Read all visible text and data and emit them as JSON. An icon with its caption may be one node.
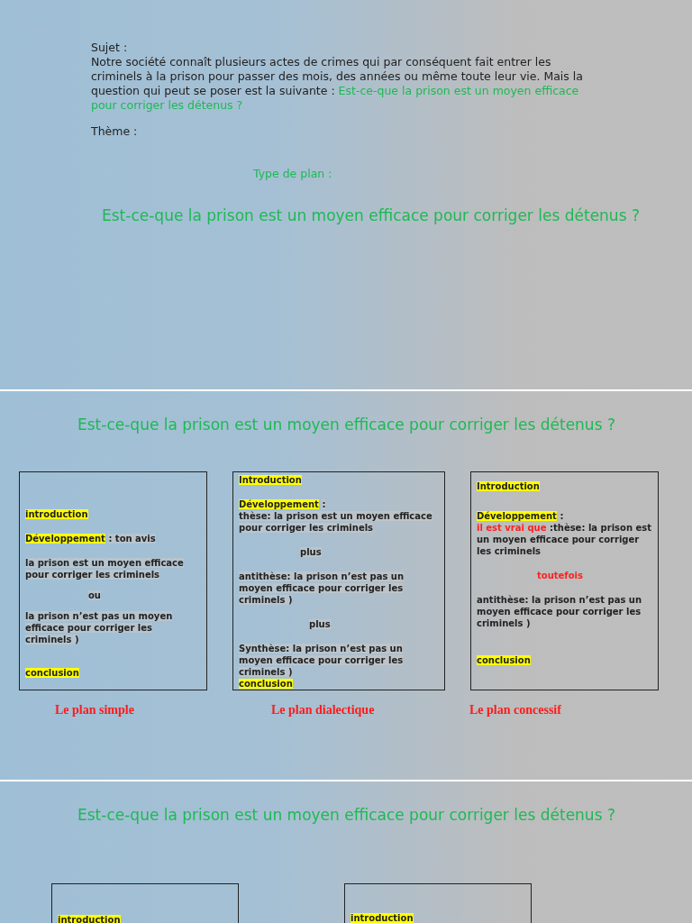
{
  "diagram": {
    "nodes": [
      {
        "text": [
          "introduction",
          "Développement",
          ": ton avis",
          "la prison est un moyen efficace pour corriger les criminels",
          "ou",
          "la prison n’est pas un moyen efficace pour corriger les criminels )",
          "conclusion"
        ],
        "beside": [
          "Le plan simple"
        ]
      },
      {
        "text": [
          "Introduction",
          "Développement",
          ":",
          "thèse: la prison est un moyen efficace pour corriger les criminels",
          "plus",
          "antithèse: la prison n’est pas un moyen efficace pour corriger les criminels )",
          "plus",
          "Synthèse: la prison n’est pas un moyen efficace pour corriger les criminels )",
          "conclusion"
        ],
        "beside": [
          "Le plan dialectique"
        ]
      },
      {
        "text": [
          "Introduction",
          "Développement",
          ":",
          "il est vrai que",
          ":thèse: la prison est un moyen efficace pour corriger les criminels",
          "toutefois",
          "antithèse: la prison n’est pas un moyen efficace pour corriger les criminels )",
          "conclusion"
        ],
        "beside": [
          "Le plan concessif"
        ]
      },
      {
        "text": [
          "introduction"
        ]
      },
      {
        "text": [
          "introduction"
        ]
      }
    ],
    "labels": [
      "Sujet :",
      "Notre société connaît plusieurs actes de crimes qui par conséquent fait entrer les criminels à la prison pour passer des mois, des années ou même toute leur vie. Mais la question qui peut se poser est la suivante :",
      "Est-ce-que la prison est un moyen efficace pour corriger les détenus ?",
      "Thème :",
      "Type de plan :",
      "Est-ce-que la prison est un moyen efficace pour corriger les détenus ?",
      "Est-ce-que la prison est un moyen efficace pour corriger les détenus ?",
      "Est-ce-que la prison est un moyen efficace pour corriger les détenus ?"
    ]
  }
}
